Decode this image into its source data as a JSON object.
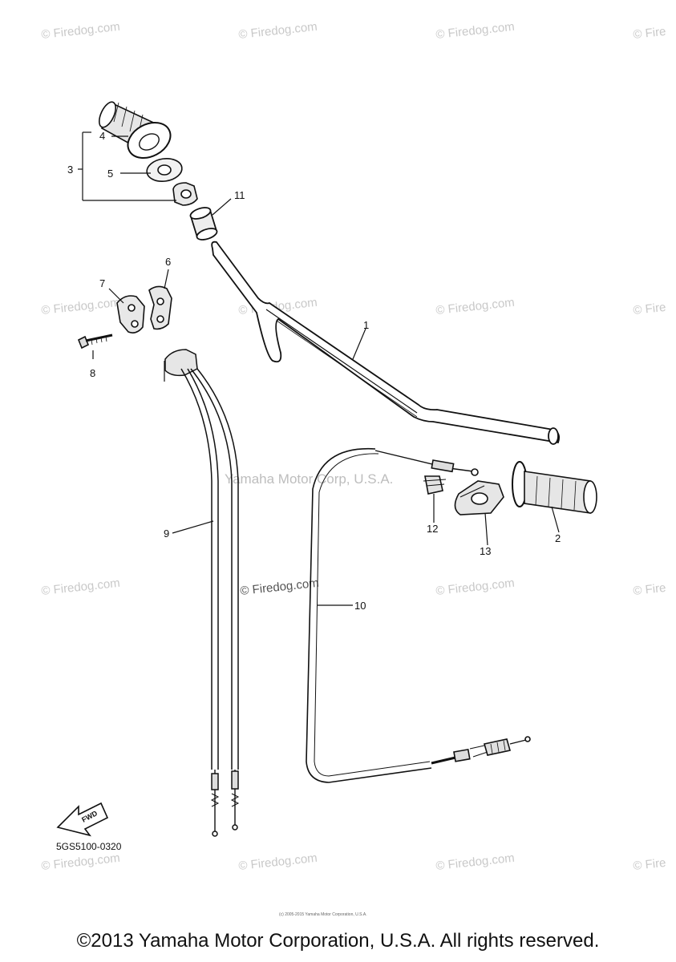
{
  "watermark": "© Firedog.com",
  "watermark_edge": "© Fire",
  "center_watermark": "Yamaha Motor Corp, U.S.A.",
  "dark_watermark": "© Firedog.com",
  "callouts": {
    "c1": "1",
    "c2": "2",
    "c3": "3",
    "c4": "4",
    "c5": "5",
    "c6": "6",
    "c7": "7",
    "c8": "8",
    "c9": "9",
    "c10": "10",
    "c11": "11",
    "c12": "12",
    "c13": "13"
  },
  "fwd_label": "FWD",
  "diagram_code": "5GS5100-0320",
  "tiny_notice": "(c) 2005-2015 Yamaha Motor Corporation, U.S.A.",
  "copyright": "©2013 Yamaha Motor Corporation, U.S.A. All rights reserved."
}
